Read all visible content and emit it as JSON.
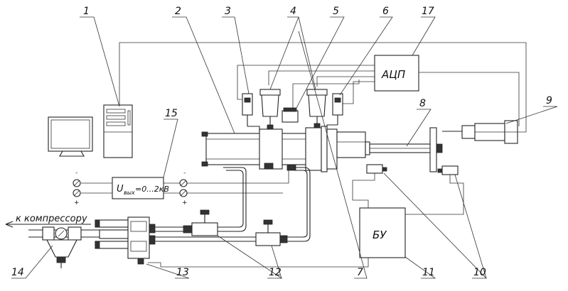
{
  "diagram": {
    "callouts": [
      "1",
      "2",
      "3",
      "4",
      "5",
      "6",
      "17",
      "15",
      "8",
      "9",
      "14",
      "13",
      "12",
      "7",
      "11",
      "10"
    ],
    "labels": {
      "adc": "АЦП",
      "control_unit": "БУ",
      "compressor": "к компрессору",
      "voltage_main": "U",
      "voltage_sub": "вых",
      "voltage_value": "=0...2кВ"
    }
  }
}
